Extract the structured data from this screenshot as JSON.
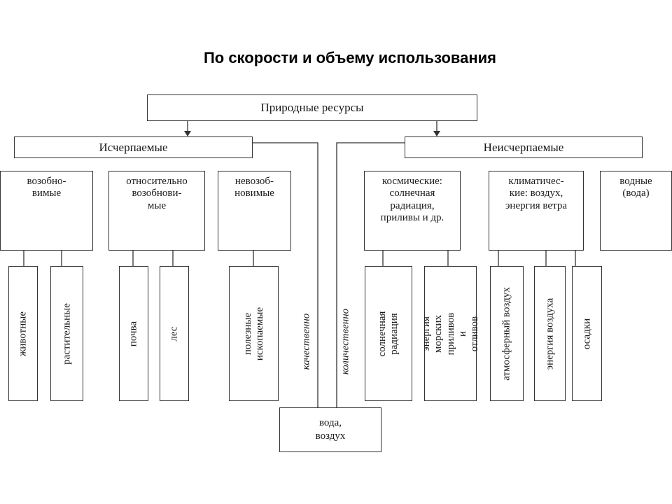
{
  "title": "По скорости и объему использования",
  "root": "Природные ресурсы",
  "left_branch": {
    "label": "Исчерпаемые",
    "groups": [
      {
        "label": "возобно-\nвимые",
        "children": [
          "животные",
          "растительные"
        ]
      },
      {
        "label": "относительно\nвозобнови-\nмые",
        "children": [
          "почва",
          "лес"
        ]
      },
      {
        "label": "невозоб-\nновимые",
        "children": [
          "полезные\nископаемые"
        ]
      }
    ]
  },
  "right_branch": {
    "label": "Неисчерпаемые",
    "groups": [
      {
        "label": "космические:\nсолнечная\nрадиация,\nприливы и др.",
        "children": [
          "солнечная\nрадиация",
          "энергия морских\nприливов и отливов"
        ]
      },
      {
        "label": "климатичес-\nкие: воздух,\nэнергия ветра",
        "children": [
          "атмосферный воздух",
          "энергия воздуха",
          "осадки"
        ]
      },
      {
        "label": "водные\n(вода)",
        "children": []
      }
    ]
  },
  "center": {
    "left_edge_label": "качественно",
    "right_edge_label": "количественно",
    "node": "вода,\nвоздух"
  }
}
